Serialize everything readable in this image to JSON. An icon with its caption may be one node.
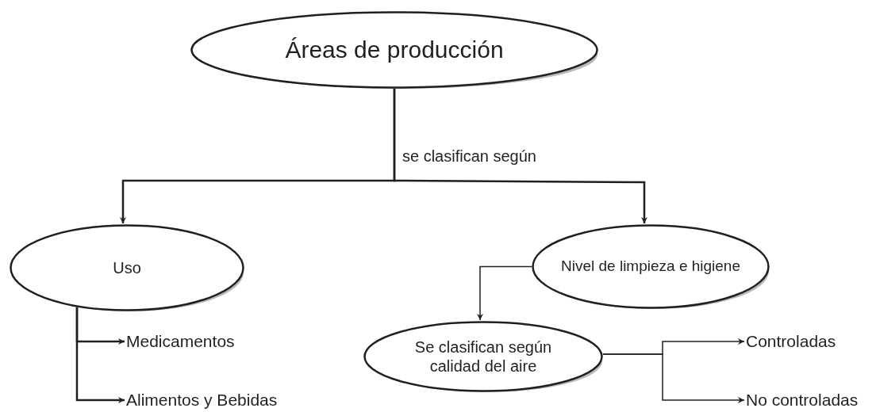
{
  "diagram": {
    "nodes": [
      {
        "text": [
          "Áreas de producción"
        ]
      },
      {
        "text": [
          "Uso"
        ]
      },
      {
        "text": [
          "Nivel de limpieza e higiene"
        ]
      },
      {
        "text": [
          "Se clasifican según calidad del aire"
        ]
      },
      {
        "text": [
          "Medicamentos"
        ]
      },
      {
        "text": [
          "Alimentos y Bebidas"
        ]
      },
      {
        "text": [
          "Controladas"
        ]
      },
      {
        "text": [
          "No controladas"
        ]
      }
    ],
    "edges": [
      {
        "from": 0,
        "to": 1,
        "arrow": "to",
        "label": "se clasifican según"
      },
      {
        "from": 0,
        "to": 2,
        "arrow": "to"
      },
      {
        "from": 2,
        "to": 3,
        "arrow": "to"
      },
      {
        "from": 1,
        "to": 4,
        "arrow": "to"
      },
      {
        "from": 1,
        "to": 5,
        "arrow": "to"
      },
      {
        "from": 3,
        "to": 6,
        "arrow": "to"
      },
      {
        "from": 3,
        "to": 7,
        "arrow": "to"
      }
    ]
  }
}
